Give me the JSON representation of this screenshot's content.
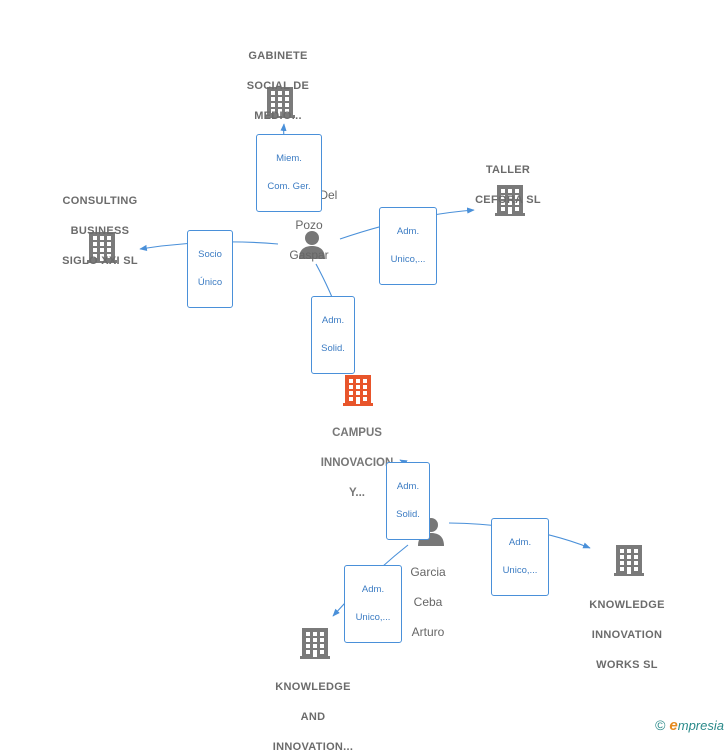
{
  "nodes": {
    "gabinete": {
      "lines": [
        "GABINETE",
        "SOCIAL DE",
        "MEDIO..."
      ],
      "type": "company"
    },
    "consulting": {
      "lines": [
        "CONSULTING",
        "BUSINESS",
        "SIGLO XXI  SL"
      ],
      "type": "company"
    },
    "taller": {
      "lines": [
        "TALLER",
        "CEFORA  SL"
      ],
      "type": "company"
    },
    "garcia_del_pozo": {
      "lines": [
        "Garcia Del",
        "Pozo",
        "Gaspar"
      ],
      "type": "person"
    },
    "campus": {
      "lines": [
        "CAMPUS",
        "INNOVACION",
        "Y..."
      ],
      "type": "company-main"
    },
    "garcia_ceba": {
      "lines": [
        "Garcia",
        "Ceba",
        "Arturo"
      ],
      "type": "person"
    },
    "knowledge_works": {
      "lines": [
        "KNOWLEDGE",
        "INNOVATION",
        "WORKS SL"
      ],
      "type": "company"
    },
    "knowledge_and": {
      "lines": [
        "KNOWLEDGE",
        "AND",
        "INNOVATION..."
      ],
      "type": "company"
    }
  },
  "edges": {
    "miem": {
      "lines": [
        "Miem.",
        "Com. Ger."
      ]
    },
    "socio": {
      "lines": [
        "Socio",
        "Único"
      ]
    },
    "adm_taller": {
      "lines": [
        "Adm.",
        "Unico,..."
      ]
    },
    "adm_solid_1": {
      "lines": [
        "Adm.",
        "Solid."
      ]
    },
    "adm_solid_2": {
      "lines": [
        "Adm.",
        "Solid."
      ]
    },
    "adm_works": {
      "lines": [
        "Adm.",
        "Unico,..."
      ]
    },
    "adm_and": {
      "lines": [
        "Adm.",
        "Unico,..."
      ]
    }
  },
  "footer": {
    "copyright": "©",
    "brand_initial": "e",
    "brand_rest": "mpresia"
  },
  "colors": {
    "company_icon": "#7a7a7a",
    "main_icon": "#e8552b",
    "person_icon": "#777777",
    "edge": "#4a90d9"
  }
}
